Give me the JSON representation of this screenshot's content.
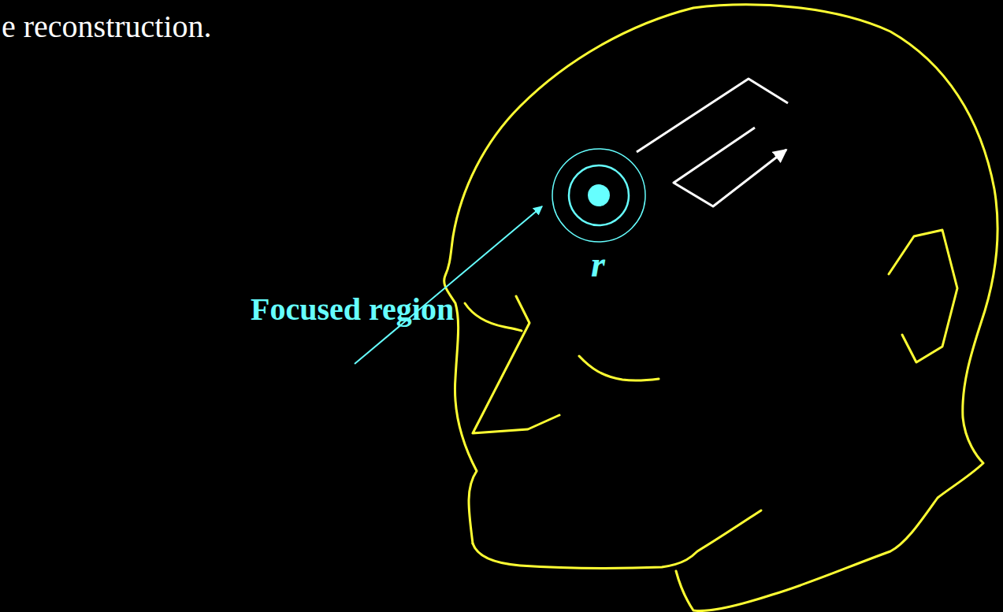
{
  "diagram": {
    "labels": [
      "e reconstruction.",
      "Focused region",
      "r"
    ]
  }
}
